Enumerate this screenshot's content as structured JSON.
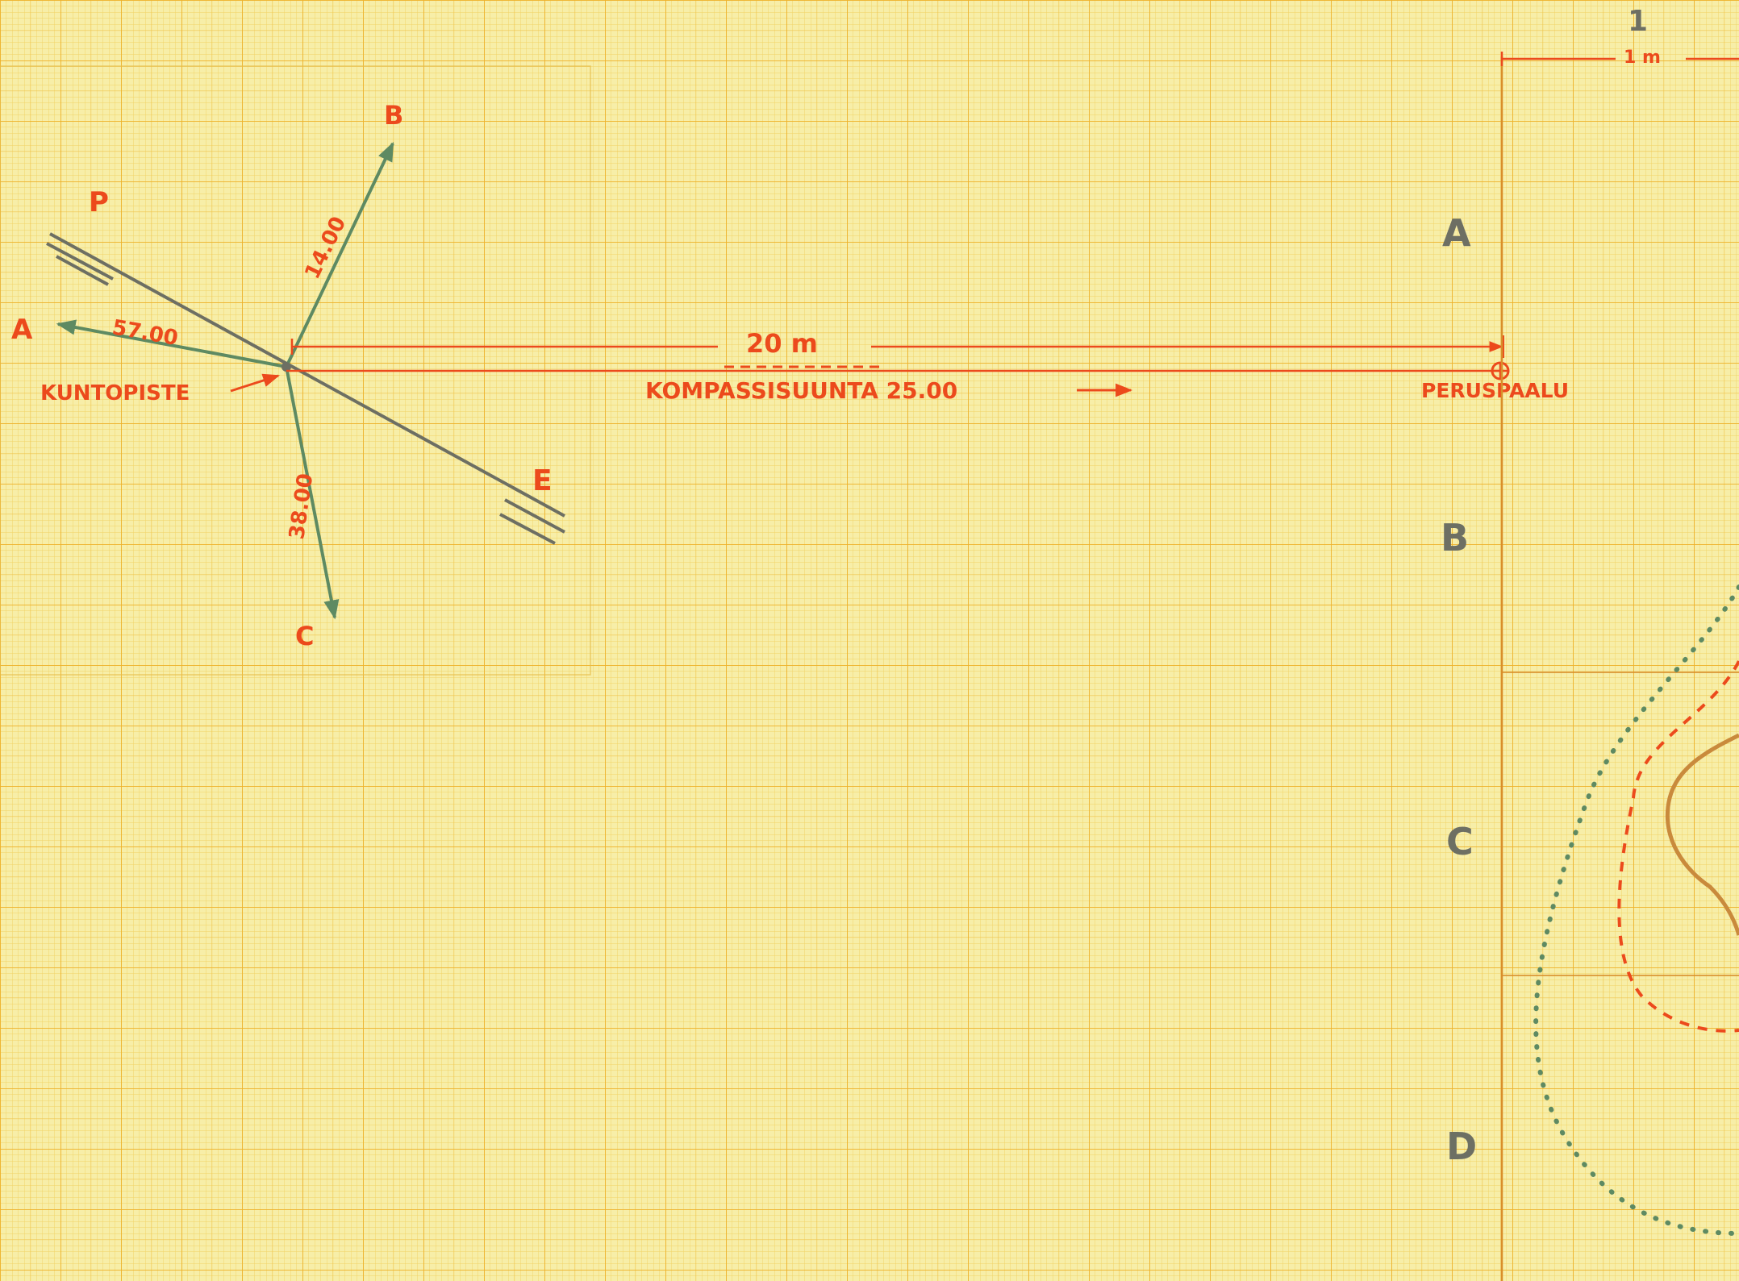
{
  "colors": {
    "paper": "#f7eea8",
    "grid_minor": "#f2d264",
    "grid_major": "#eeb22a",
    "red": "#ec4a1c",
    "green": "#5e8a62",
    "gray": "#6d6f63",
    "brown": "#c98a3c"
  },
  "sketch": {
    "ray_labels": {
      "p": "P",
      "a": "A",
      "b": "B",
      "c": "C",
      "e": "E"
    },
    "bearings": {
      "a": "57.00",
      "b": "14.00",
      "c": "38.00"
    },
    "benchmark_label": "KUNTOPISTE",
    "distance_label": "20 m",
    "compass_label": "KOMPASSISUUNTA 25.00",
    "base_stake_label": "PERUSPAALU"
  },
  "plan": {
    "column_number": "1",
    "scale_label": "1 m",
    "row_labels": [
      "A",
      "B",
      "C",
      "D"
    ]
  }
}
